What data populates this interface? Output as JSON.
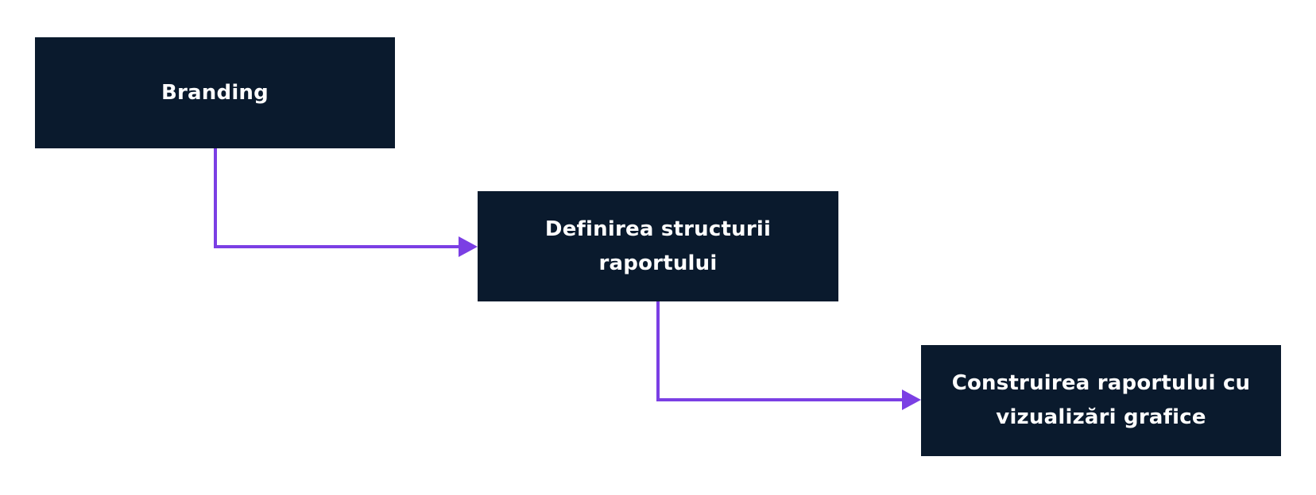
{
  "diagram": {
    "accent_color": "#7b3fe4",
    "box_color": "#0a1a2d",
    "steps": [
      {
        "label": "Branding"
      },
      {
        "label": "Definirea structurii\nraportului"
      },
      {
        "label": "Construirea raportului cu\nvizualizări grafice"
      }
    ],
    "connections": [
      {
        "from": 0,
        "to": 1
      },
      {
        "from": 1,
        "to": 2
      }
    ]
  }
}
